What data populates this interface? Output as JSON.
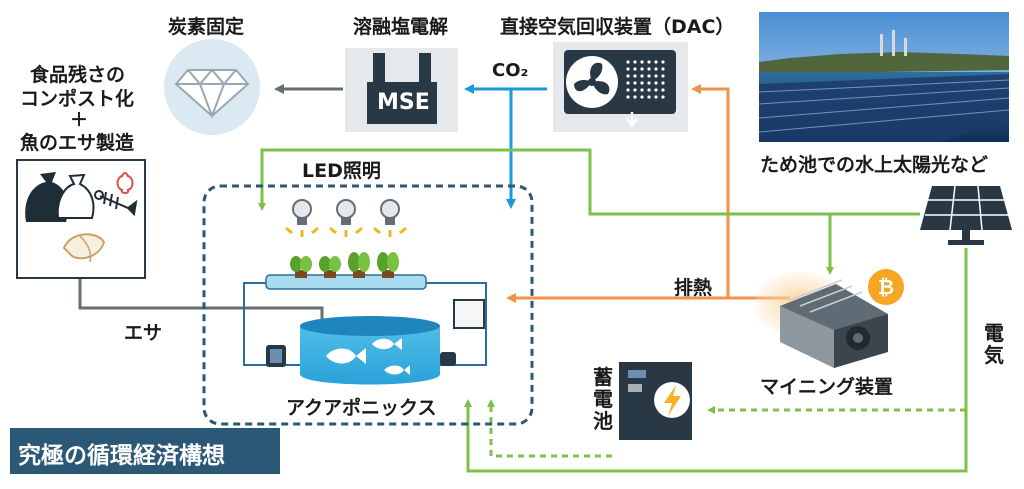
{
  "title": "究極の循環経済構想",
  "labels": {
    "carbon_fixation": "炭素固定",
    "mse": "溶融塩電解",
    "mse_box": "MSE",
    "dac": "直接空気回収装置（DAC）",
    "co2": "CO₂",
    "solar_caption": "ため池での水上太陽光など",
    "compost_line1": "食品残さの",
    "compost_line2": "コンポスト化",
    "compost_plus": "＋",
    "compost_line3": "魚のエサ製造",
    "led": "LED照明",
    "feed": "エサ",
    "waste_heat": "排熱",
    "aquaponics": "アクアポニックス",
    "mining": "マイニング装置",
    "battery": "蓄電池",
    "electricity": "電気"
  },
  "colors": {
    "green_power": "#7dc14b",
    "orange_heat": "#f0924a",
    "blue_co2": "#1a9ad6",
    "gray_flow": "#666e75",
    "navy_dash": "#2b5876",
    "title_bg": "#2b5876",
    "bitcoin": "#f5a623"
  }
}
